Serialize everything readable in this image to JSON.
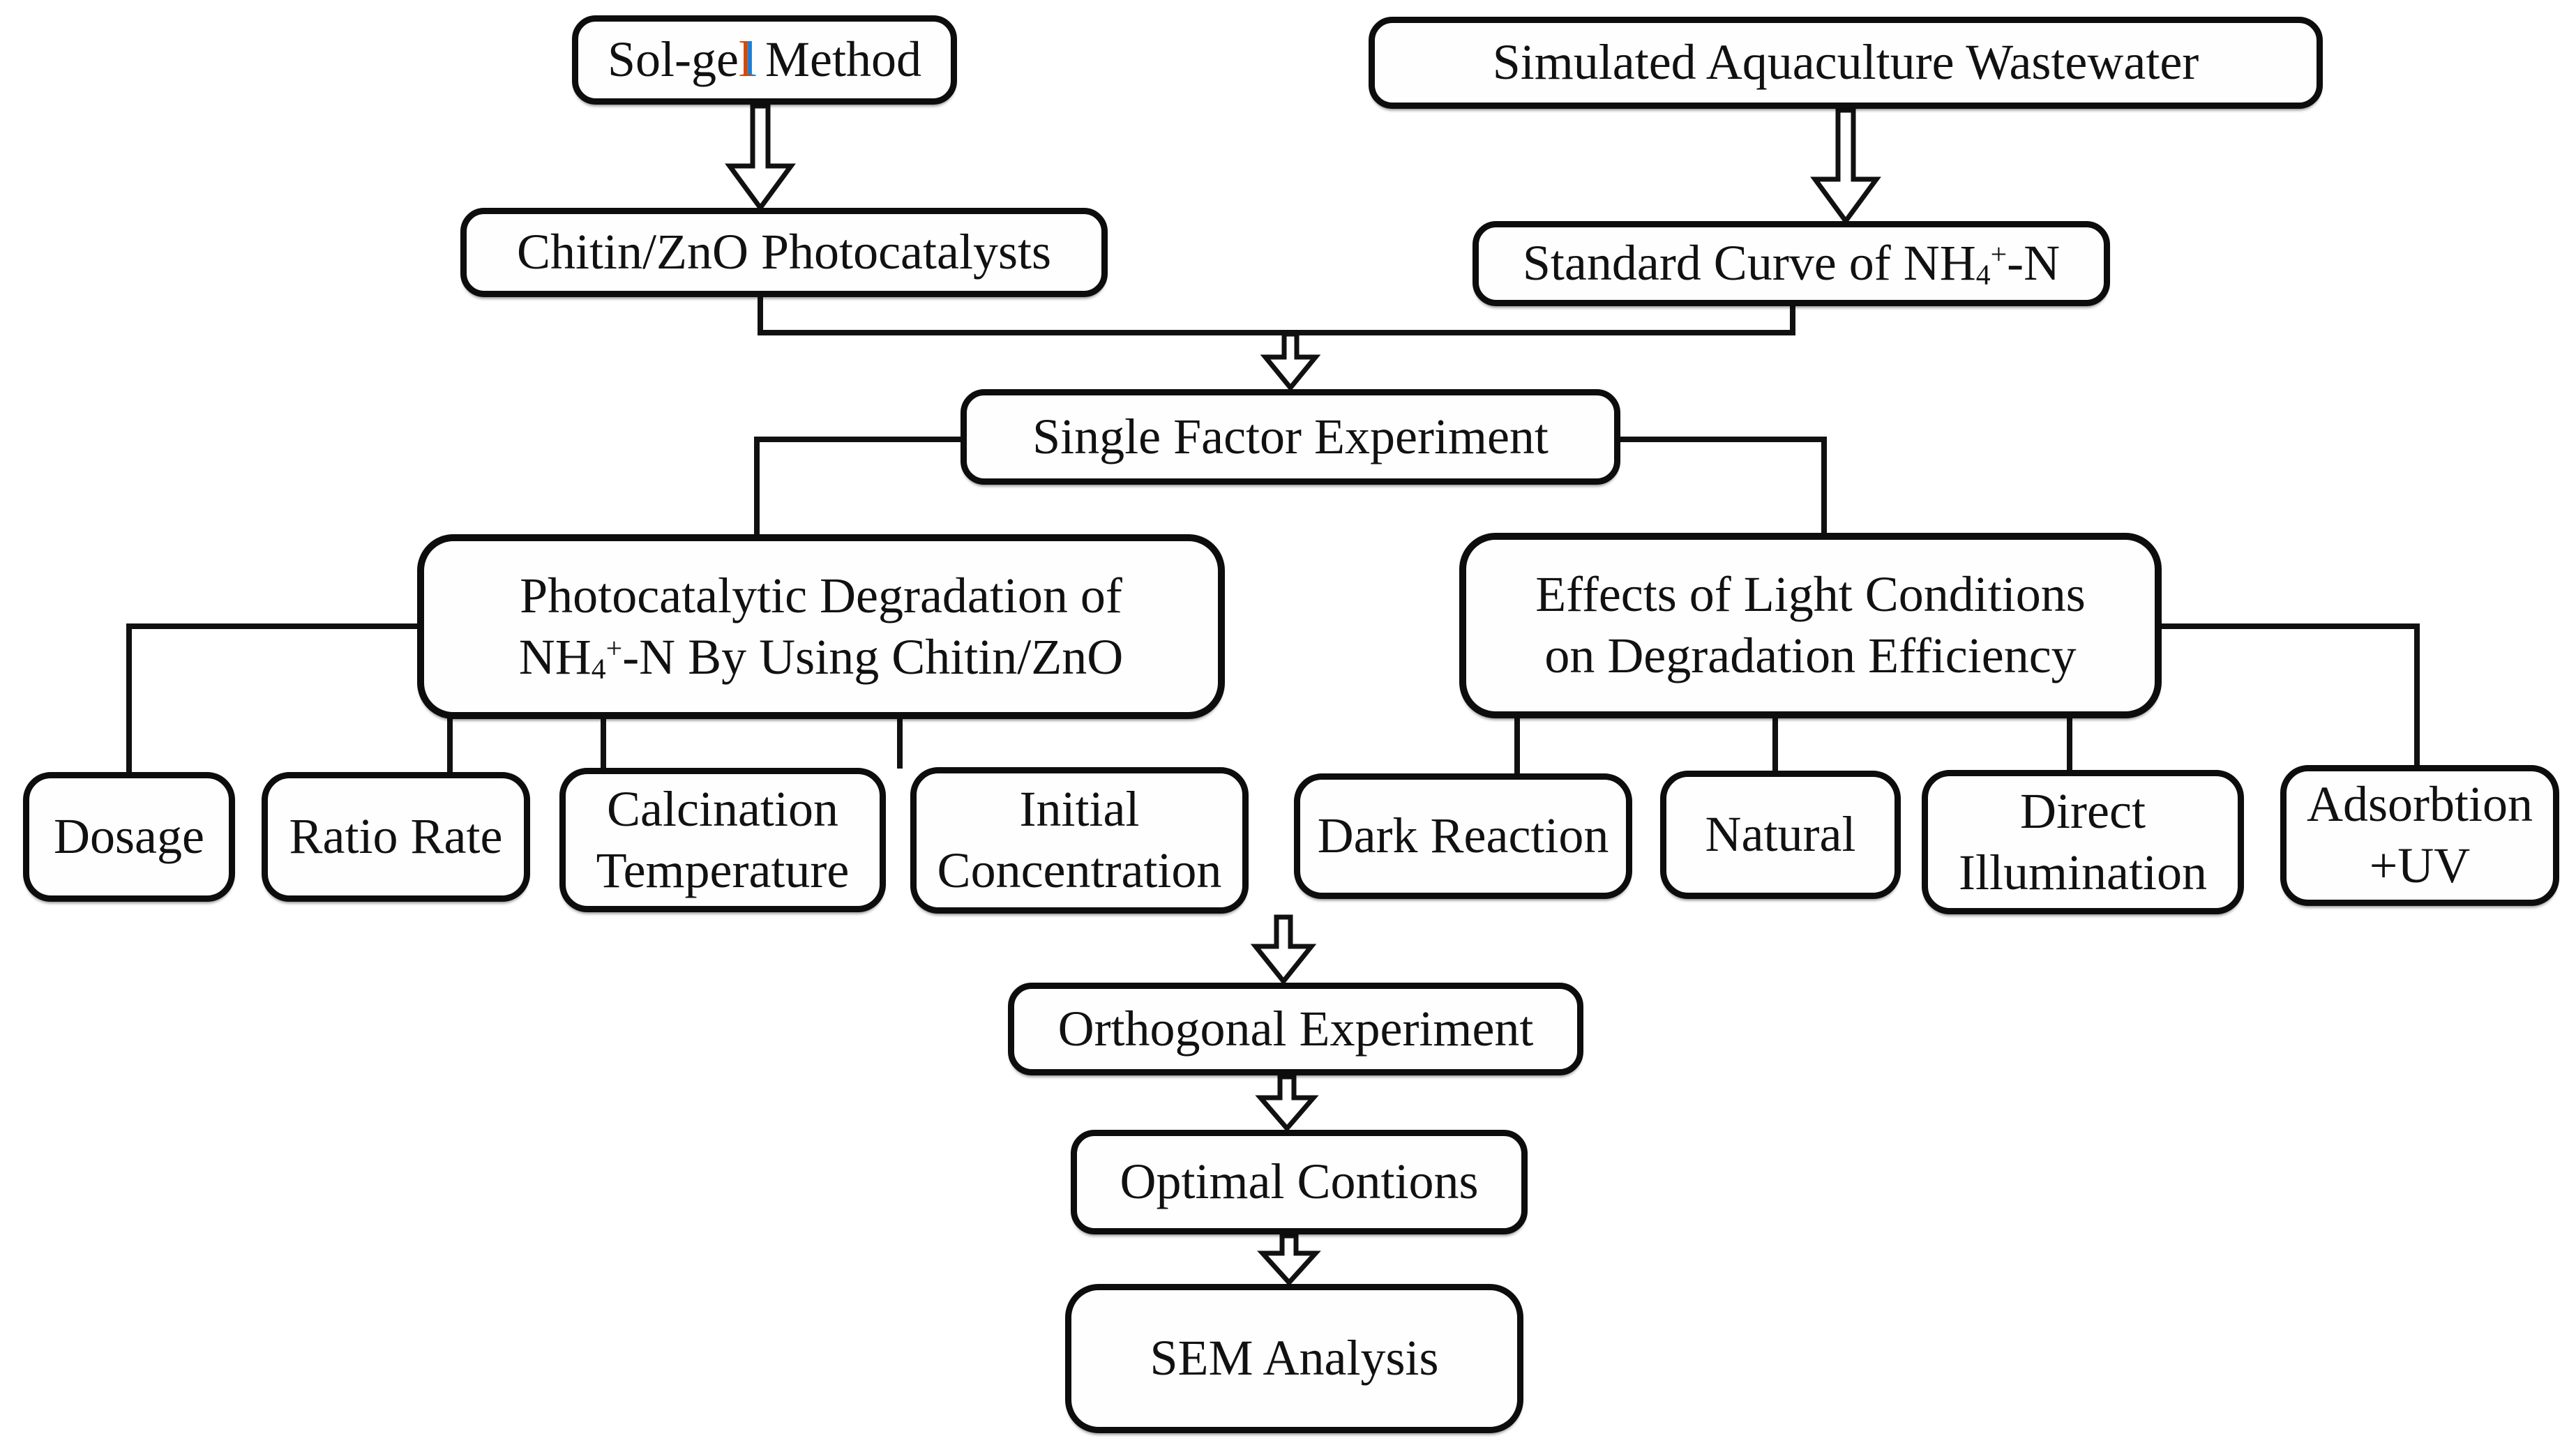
{
  "diagram": {
    "title": "Chitin/ZnO photocatalyst experiment flowchart",
    "colors": {
      "line": "#111111",
      "box_border": "#0d0d0d",
      "box_fill": "#fefefe",
      "accent_red": "#cf4a0c",
      "accent_blue": "#1d7dd2"
    },
    "nodes": {
      "sol_gel": {
        "pre": "Sol-ge",
        "accent": "l",
        "post": " Method"
      },
      "simulated": {
        "label": "Simulated Aquaculture Wastewater"
      },
      "chitin": {
        "label": "Chitin/ZnO Photocatalysts"
      },
      "standard": {
        "pre": "Standard Curve of NH",
        "sub": "4",
        "sup": "+",
        "post": "-N"
      },
      "single_factor": {
        "label": "Single Factor Experiment"
      },
      "photo_deg": {
        "line1": "Photocatalytic Degradation of",
        "line2_pre": "NH",
        "line2_sub": "4",
        "line2_sup": "+",
        "line2_post": "-N By Using Chitin/ZnO"
      },
      "light_effects": {
        "line1": "Effects of Light Conditions",
        "line2": "on Degradation Efficiency"
      },
      "dosage": {
        "label": "Dosage"
      },
      "ratio_rate": {
        "label": "Ratio Rate"
      },
      "calcination": {
        "line1": "Calcination",
        "line2": "Temperature"
      },
      "initial": {
        "line1": "Initial",
        "line2": "Concentration"
      },
      "dark": {
        "label": "Dark Reaction"
      },
      "natural": {
        "label": "Natural"
      },
      "direct": {
        "line1": "Direct",
        "line2": "Illumination"
      },
      "adsorbtion": {
        "line1": "Adsorbtion",
        "line2": "+UV"
      },
      "orthogonal": {
        "label": "Orthogonal Experiment"
      },
      "optimal": {
        "label": "Optimal Contions"
      },
      "sem": {
        "label": "SEM Analysis"
      }
    },
    "edges": [
      "Sol-gel Method -> Chitin/ZnO Photocatalysts",
      "Simulated Aquaculture Wastewater -> Standard Curve of NH4+-N",
      "Chitin/ZnO Photocatalysts + Standard Curve of NH4+-N -> Single Factor Experiment",
      "Single Factor Experiment -> Photocatalytic Degradation of NH4+-N By Using Chitin/ZnO",
      "Single Factor Experiment -> Effects of Light Conditions on Degradation Efficiency",
      "Photocatalytic Degradation -> Dosage, Ratio Rate, Calcination Temperature, Initial Concentration",
      "Effects of Light Conditions -> Dark Reaction, Natural, Direct Illumination, Adsorbtion+UV",
      "-> Orthogonal Experiment -> Optimal Contions -> SEM Analysis"
    ]
  }
}
